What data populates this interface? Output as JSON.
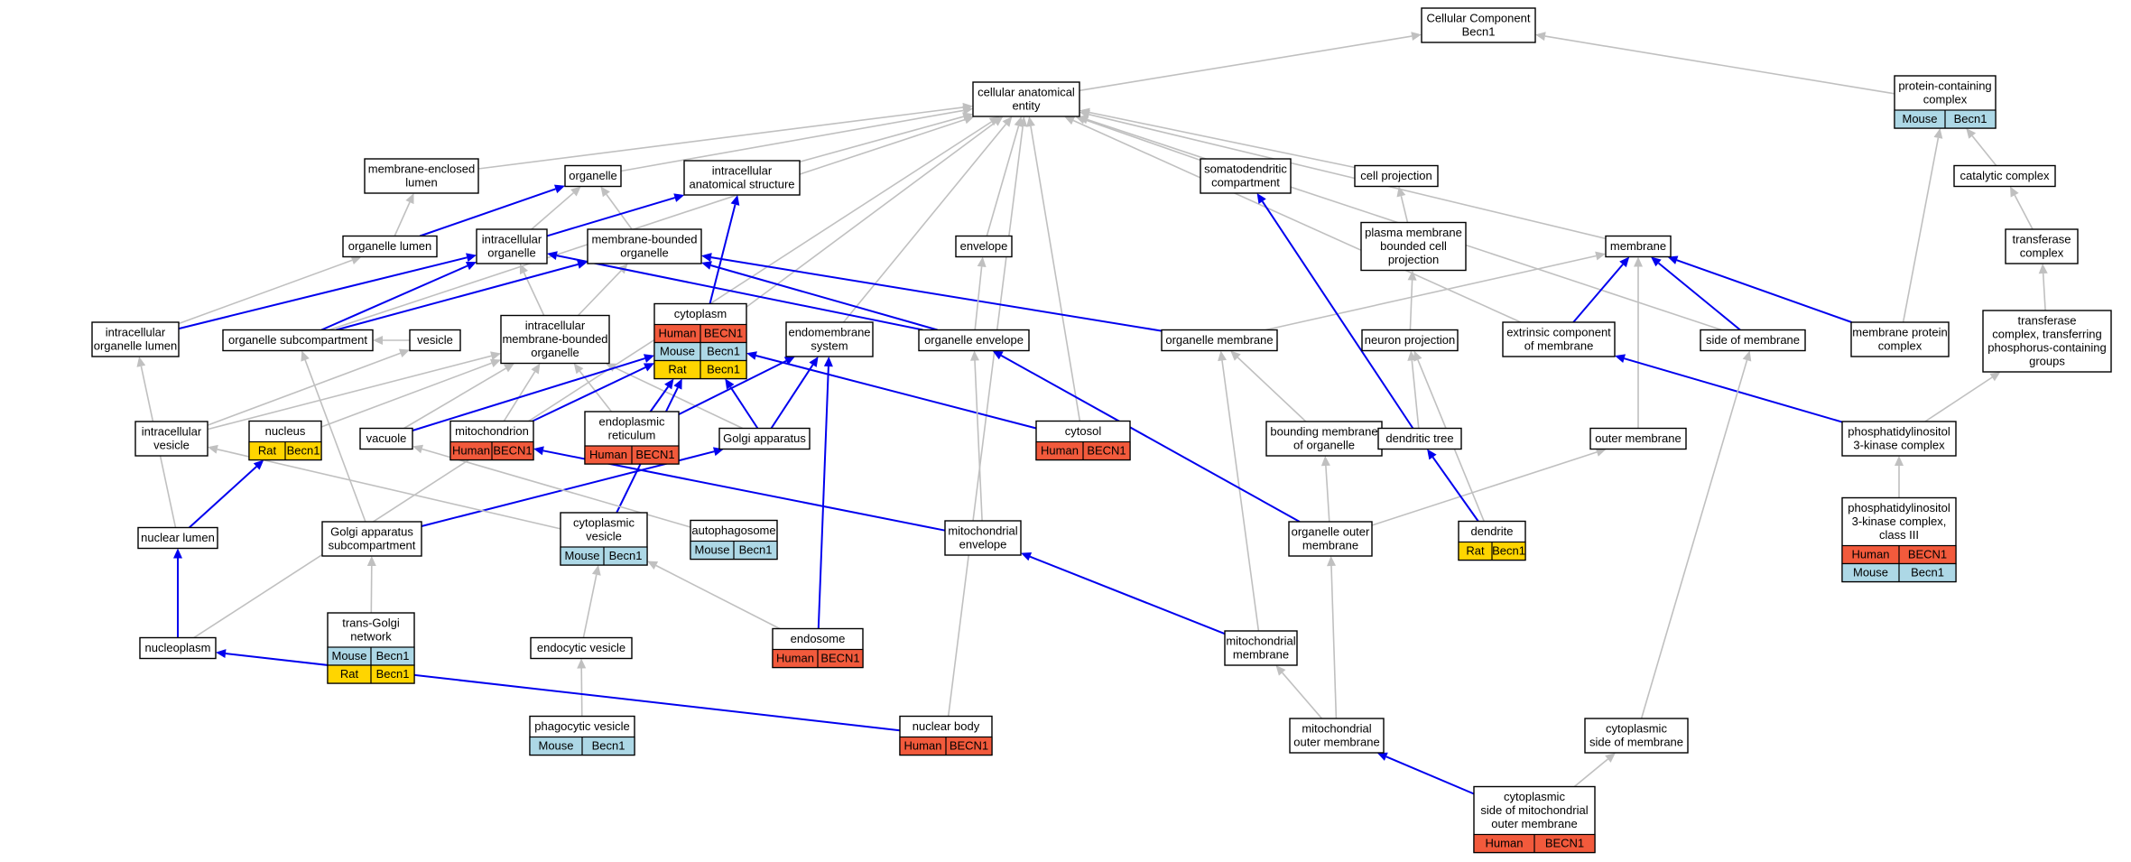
{
  "colors": {
    "Human": "#f25a3c",
    "Mouse": "#add8e6",
    "Rat": "#ffd500",
    "is_a_edge": "#c0c0c0",
    "part_of_edge": "#0000ee"
  },
  "nodes": [
    {
      "id": "cc",
      "lines": [
        "Cellular Component",
        "Becn1"
      ],
      "rows": []
    },
    {
      "id": "cae",
      "lines": [
        "cellular anatomical",
        "entity"
      ],
      "rows": []
    },
    {
      "id": "pcc",
      "lines": [
        "protein-containing",
        "complex"
      ],
      "rows": [
        [
          "Mouse",
          "Becn1"
        ]
      ]
    },
    {
      "id": "mel",
      "lines": [
        "membrane-enclosed",
        "lumen"
      ],
      "rows": []
    },
    {
      "id": "org",
      "lines": [
        "organelle"
      ],
      "rows": []
    },
    {
      "id": "ias",
      "lines": [
        "intracellular",
        "anatomical structure"
      ],
      "rows": []
    },
    {
      "id": "sdc",
      "lines": [
        "somatodendritic",
        "compartment"
      ],
      "rows": []
    },
    {
      "id": "cproj",
      "lines": [
        "cell projection"
      ],
      "rows": []
    },
    {
      "id": "catc",
      "lines": [
        "catalytic complex"
      ],
      "rows": []
    },
    {
      "id": "olum",
      "lines": [
        "organelle lumen"
      ],
      "rows": []
    },
    {
      "id": "iorg",
      "lines": [
        "intracellular",
        "organelle"
      ],
      "rows": []
    },
    {
      "id": "mbo",
      "lines": [
        "membrane-bounded",
        "organelle"
      ],
      "rows": []
    },
    {
      "id": "env",
      "lines": [
        "envelope"
      ],
      "rows": []
    },
    {
      "id": "pmbcp",
      "lines": [
        "plasma membrane",
        "bounded cell",
        "projection"
      ],
      "rows": []
    },
    {
      "id": "mem",
      "lines": [
        "membrane"
      ],
      "rows": []
    },
    {
      "id": "trc",
      "lines": [
        "transferase",
        "complex"
      ],
      "rows": []
    },
    {
      "id": "cyto",
      "lines": [
        "cytoplasm"
      ],
      "rows": [
        [
          "Human",
          "BECN1"
        ],
        [
          "Mouse",
          "Becn1"
        ],
        [
          "Rat",
          "Becn1"
        ]
      ]
    },
    {
      "id": "iol",
      "lines": [
        "intracellular",
        "organelle lumen"
      ],
      "rows": []
    },
    {
      "id": "osub",
      "lines": [
        "organelle subcompartment"
      ],
      "rows": []
    },
    {
      "id": "ves",
      "lines": [
        "vesicle"
      ],
      "rows": []
    },
    {
      "id": "imbo",
      "lines": [
        "intracellular",
        "membrane-bounded",
        "organelle"
      ],
      "rows": []
    },
    {
      "id": "ems",
      "lines": [
        "endomembrane",
        "system"
      ],
      "rows": []
    },
    {
      "id": "oenv",
      "lines": [
        "organelle envelope"
      ],
      "rows": []
    },
    {
      "id": "omem",
      "lines": [
        "organelle membrane"
      ],
      "rows": []
    },
    {
      "id": "nproj",
      "lines": [
        "neuron projection"
      ],
      "rows": []
    },
    {
      "id": "ecm",
      "lines": [
        "extrinsic component",
        "of membrane"
      ],
      "rows": []
    },
    {
      "id": "som",
      "lines": [
        "side of membrane"
      ],
      "rows": []
    },
    {
      "id": "mpc",
      "lines": [
        "membrane protein",
        "complex"
      ],
      "rows": []
    },
    {
      "id": "tcppg",
      "lines": [
        "transferase",
        "complex, transferring",
        "phosphorus-containing",
        "groups"
      ],
      "rows": []
    },
    {
      "id": "icv",
      "lines": [
        "intracellular",
        "vesicle"
      ],
      "rows": []
    },
    {
      "id": "nuc",
      "lines": [
        "nucleus"
      ],
      "rows": [
        [
          "Rat",
          "Becn1"
        ]
      ]
    },
    {
      "id": "vac",
      "lines": [
        "vacuole"
      ],
      "rows": []
    },
    {
      "id": "mito",
      "lines": [
        "mitochondrion"
      ],
      "rows": [
        [
          "Human",
          "BECN1"
        ]
      ]
    },
    {
      "id": "er",
      "lines": [
        "endoplasmic",
        "reticulum"
      ],
      "rows": [
        [
          "Human",
          "BECN1"
        ]
      ]
    },
    {
      "id": "golgi",
      "lines": [
        "Golgi apparatus"
      ],
      "rows": []
    },
    {
      "id": "cytosol",
      "lines": [
        "cytosol"
      ],
      "rows": [
        [
          "Human",
          "BECN1"
        ]
      ]
    },
    {
      "id": "bmo",
      "lines": [
        "bounding membrane",
        "of organelle"
      ],
      "rows": []
    },
    {
      "id": "dtree",
      "lines": [
        "dendritic tree"
      ],
      "rows": []
    },
    {
      "id": "outm",
      "lines": [
        "outer membrane"
      ],
      "rows": []
    },
    {
      "id": "pi3k",
      "lines": [
        "phosphatidylinositol",
        "3-kinase complex"
      ],
      "rows": []
    },
    {
      "id": "nlum",
      "lines": [
        "nuclear lumen"
      ],
      "rows": []
    },
    {
      "id": "gsub",
      "lines": [
        "Golgi apparatus",
        "subcompartment"
      ],
      "rows": []
    },
    {
      "id": "cves",
      "lines": [
        "cytoplasmic",
        "vesicle"
      ],
      "rows": [
        [
          "Mouse",
          "Becn1"
        ]
      ]
    },
    {
      "id": "autoph",
      "lines": [
        "autophagosome"
      ],
      "rows": [
        [
          "Mouse",
          "Becn1"
        ]
      ]
    },
    {
      "id": "menv",
      "lines": [
        "mitochondrial",
        "envelope"
      ],
      "rows": []
    },
    {
      "id": "oom",
      "lines": [
        "organelle outer",
        "membrane"
      ],
      "rows": []
    },
    {
      "id": "dend",
      "lines": [
        "dendrite"
      ],
      "rows": [
        [
          "Rat",
          "Becn1"
        ]
      ]
    },
    {
      "id": "pi3k3",
      "lines": [
        "phosphatidylinositol",
        "3-kinase complex,",
        "class III"
      ],
      "rows": [
        [
          "Human",
          "BECN1"
        ],
        [
          "Mouse",
          "Becn1"
        ]
      ]
    },
    {
      "id": "tgn",
      "lines": [
        "trans-Golgi",
        "network"
      ],
      "rows": [
        [
          "Mouse",
          "Becn1"
        ],
        [
          "Rat",
          "Becn1"
        ]
      ]
    },
    {
      "id": "npl",
      "lines": [
        "nucleoplasm"
      ],
      "rows": []
    },
    {
      "id": "endo",
      "lines": [
        "endosome"
      ],
      "rows": [
        [
          "Human",
          "BECN1"
        ]
      ]
    },
    {
      "id": "endv",
      "lines": [
        "endocytic vesicle"
      ],
      "rows": []
    },
    {
      "id": "mmem",
      "lines": [
        "mitochondrial",
        "membrane"
      ],
      "rows": []
    },
    {
      "id": "phag",
      "lines": [
        "phagocytic vesicle"
      ],
      "rows": [
        [
          "Mouse",
          "Becn1"
        ]
      ]
    },
    {
      "id": "nbody",
      "lines": [
        "nuclear body"
      ],
      "rows": [
        [
          "Human",
          "BECN1"
        ]
      ]
    },
    {
      "id": "mom",
      "lines": [
        "mitochondrial",
        "outer membrane"
      ],
      "rows": []
    },
    {
      "id": "csom",
      "lines": [
        "cytoplasmic",
        "side of membrane"
      ],
      "rows": []
    },
    {
      "id": "csmom",
      "lines": [
        "cytoplasmic",
        "side of mitochondrial",
        "outer membrane"
      ],
      "rows": [
        [
          "Human",
          "BECN1"
        ]
      ]
    }
  ],
  "edges": [
    {
      "from": "cae",
      "to": "cc",
      "rel": "is_a"
    },
    {
      "from": "pcc",
      "to": "cc",
      "rel": "is_a"
    },
    {
      "from": "mel",
      "to": "cae",
      "rel": "is_a"
    },
    {
      "from": "org",
      "to": "cae",
      "rel": "is_a"
    },
    {
      "from": "ias",
      "to": "cae",
      "rel": "is_a"
    },
    {
      "from": "sdc",
      "to": "cae",
      "rel": "is_a"
    },
    {
      "from": "cproj",
      "to": "cae",
      "rel": "is_a"
    },
    {
      "from": "env",
      "to": "cae",
      "rel": "is_a"
    },
    {
      "from": "mem",
      "to": "cae",
      "rel": "is_a"
    },
    {
      "from": "cyto",
      "to": "cae",
      "rel": "is_a"
    },
    {
      "from": "osub",
      "to": "cae",
      "rel": "is_a"
    },
    {
      "from": "ems",
      "to": "cae",
      "rel": "is_a"
    },
    {
      "from": "cytosol",
      "to": "cae",
      "rel": "is_a"
    },
    {
      "from": "ecm",
      "to": "cae",
      "rel": "is_a"
    },
    {
      "from": "som",
      "to": "cae",
      "rel": "is_a"
    },
    {
      "from": "nbody",
      "to": "cae",
      "rel": "is_a"
    },
    {
      "from": "npl",
      "to": "cae",
      "rel": "is_a"
    },
    {
      "from": "catc",
      "to": "pcc",
      "rel": "is_a"
    },
    {
      "from": "mpc",
      "to": "pcc",
      "rel": "is_a"
    },
    {
      "from": "olum",
      "to": "mel",
      "rel": "is_a"
    },
    {
      "from": "iorg",
      "to": "org",
      "rel": "is_a"
    },
    {
      "from": "mbo",
      "to": "org",
      "rel": "is_a"
    },
    {
      "from": "olum",
      "to": "org",
      "rel": "part_of"
    },
    {
      "from": "iorg",
      "to": "ias",
      "rel": "part_of"
    },
    {
      "from": "cyto",
      "to": "ias",
      "rel": "part_of"
    },
    {
      "from": "pmbcp",
      "to": "cproj",
      "rel": "is_a"
    },
    {
      "from": "trc",
      "to": "catc",
      "rel": "is_a"
    },
    {
      "from": "iol",
      "to": "olum",
      "rel": "is_a"
    },
    {
      "from": "imbo",
      "to": "iorg",
      "rel": "is_a"
    },
    {
      "from": "osub",
      "to": "iorg",
      "rel": "part_of"
    },
    {
      "from": "iol",
      "to": "iorg",
      "rel": "part_of"
    },
    {
      "from": "imbo",
      "to": "mbo",
      "rel": "is_a"
    },
    {
      "from": "oenv",
      "to": "mbo",
      "rel": "part_of"
    },
    {
      "from": "omem",
      "to": "mbo",
      "rel": "part_of"
    },
    {
      "from": "osub",
      "to": "mbo",
      "rel": "part_of"
    },
    {
      "from": "oenv",
      "to": "env",
      "rel": "is_a"
    },
    {
      "from": "nproj",
      "to": "pmbcp",
      "rel": "is_a"
    },
    {
      "from": "omem",
      "to": "mem",
      "rel": "is_a"
    },
    {
      "from": "outm",
      "to": "mem",
      "rel": "is_a"
    },
    {
      "from": "ecm",
      "to": "mem",
      "rel": "part_of"
    },
    {
      "from": "som",
      "to": "mem",
      "rel": "part_of"
    },
    {
      "from": "mpc",
      "to": "mem",
      "rel": "part_of"
    },
    {
      "from": "tcppg",
      "to": "trc",
      "rel": "is_a"
    },
    {
      "from": "ves",
      "to": "osub",
      "rel": "is_a"
    },
    {
      "from": "icv",
      "to": "ves",
      "rel": "is_a"
    },
    {
      "from": "icv",
      "to": "imbo",
      "rel": "is_a"
    },
    {
      "from": "nuc",
      "to": "imbo",
      "rel": "is_a"
    },
    {
      "from": "vac",
      "to": "imbo",
      "rel": "is_a"
    },
    {
      "from": "mito",
      "to": "imbo",
      "rel": "is_a"
    },
    {
      "from": "er",
      "to": "imbo",
      "rel": "is_a"
    },
    {
      "from": "golgi",
      "to": "imbo",
      "rel": "is_a"
    },
    {
      "from": "vac",
      "to": "cyto",
      "rel": "part_of"
    },
    {
      "from": "mito",
      "to": "cyto",
      "rel": "part_of"
    },
    {
      "from": "er",
      "to": "cyto",
      "rel": "part_of"
    },
    {
      "from": "golgi",
      "to": "cyto",
      "rel": "part_of"
    },
    {
      "from": "cytosol",
      "to": "cyto",
      "rel": "part_of"
    },
    {
      "from": "cves",
      "to": "cyto",
      "rel": "part_of"
    },
    {
      "from": "er",
      "to": "ems",
      "rel": "part_of"
    },
    {
      "from": "golgi",
      "to": "ems",
      "rel": "part_of"
    },
    {
      "from": "endo",
      "to": "ems",
      "rel": "part_of"
    },
    {
      "from": "oenv",
      "to": "iorg",
      "rel": "part_of"
    },
    {
      "from": "bmo",
      "to": "omem",
      "rel": "is_a"
    },
    {
      "from": "mmem",
      "to": "omem",
      "rel": "is_a"
    },
    {
      "from": "dtree",
      "to": "nproj",
      "rel": "is_a"
    },
    {
      "from": "dend",
      "to": "nproj",
      "rel": "is_a"
    },
    {
      "from": "dtree",
      "to": "sdc",
      "rel": "part_of"
    },
    {
      "from": "pi3k",
      "to": "ecm",
      "rel": "part_of"
    },
    {
      "from": "pi3k",
      "to": "tcppg",
      "rel": "is_a"
    },
    {
      "from": "pi3k3",
      "to": "pi3k",
      "rel": "is_a"
    },
    {
      "from": "nlum",
      "to": "nuc",
      "rel": "part_of"
    },
    {
      "from": "nlum",
      "to": "iol",
      "rel": "is_a"
    },
    {
      "from": "gsub",
      "to": "golgi",
      "rel": "part_of"
    },
    {
      "from": "gsub",
      "to": "osub",
      "rel": "is_a"
    },
    {
      "from": "cves",
      "to": "icv",
      "rel": "is_a"
    },
    {
      "from": "autoph",
      "to": "vac",
      "rel": "is_a"
    },
    {
      "from": "menv",
      "to": "mito",
      "rel": "part_of"
    },
    {
      "from": "menv",
      "to": "oenv",
      "rel": "is_a"
    },
    {
      "from": "oom",
      "to": "oenv",
      "rel": "part_of"
    },
    {
      "from": "oom",
      "to": "bmo",
      "rel": "is_a"
    },
    {
      "from": "oom",
      "to": "outm",
      "rel": "is_a"
    },
    {
      "from": "dend",
      "to": "dtree",
      "rel": "part_of"
    },
    {
      "from": "tgn",
      "to": "gsub",
      "rel": "is_a"
    },
    {
      "from": "npl",
      "to": "nlum",
      "rel": "part_of"
    },
    {
      "from": "endo",
      "to": "cves",
      "rel": "is_a"
    },
    {
      "from": "endv",
      "to": "cves",
      "rel": "is_a"
    },
    {
      "from": "mmem",
      "to": "menv",
      "rel": "part_of"
    },
    {
      "from": "phag",
      "to": "endv",
      "rel": "is_a"
    },
    {
      "from": "nbody",
      "to": "npl",
      "rel": "part_of"
    },
    {
      "from": "mom",
      "to": "mmem",
      "rel": "is_a"
    },
    {
      "from": "mom",
      "to": "oom",
      "rel": "is_a"
    },
    {
      "from": "csom",
      "to": "som",
      "rel": "is_a"
    },
    {
      "from": "csmom",
      "to": "mom",
      "rel": "part_of"
    },
    {
      "from": "csmom",
      "to": "csom",
      "rel": "is_a"
    }
  ]
}
